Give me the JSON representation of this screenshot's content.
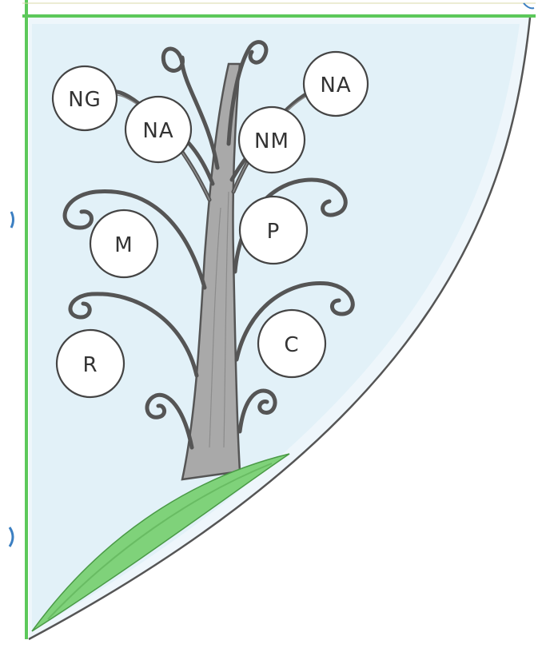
{
  "colors": {
    "border_green": "#5cc85a",
    "sky_blue": "#d9ecf6",
    "hill_green": "#7fd27a",
    "trunk_gray": "#a9a9a9",
    "outline": "#444444"
  },
  "tree": {
    "nodes": [
      {
        "id": "ng",
        "label": "NG"
      },
      {
        "id": "na-top-right",
        "label": "NA"
      },
      {
        "id": "na-inner-left",
        "label": "NA"
      },
      {
        "id": "nm",
        "label": "NM"
      },
      {
        "id": "m",
        "label": "M"
      },
      {
        "id": "p",
        "label": "P"
      },
      {
        "id": "r",
        "label": "R"
      },
      {
        "id": "c",
        "label": "C"
      }
    ]
  }
}
